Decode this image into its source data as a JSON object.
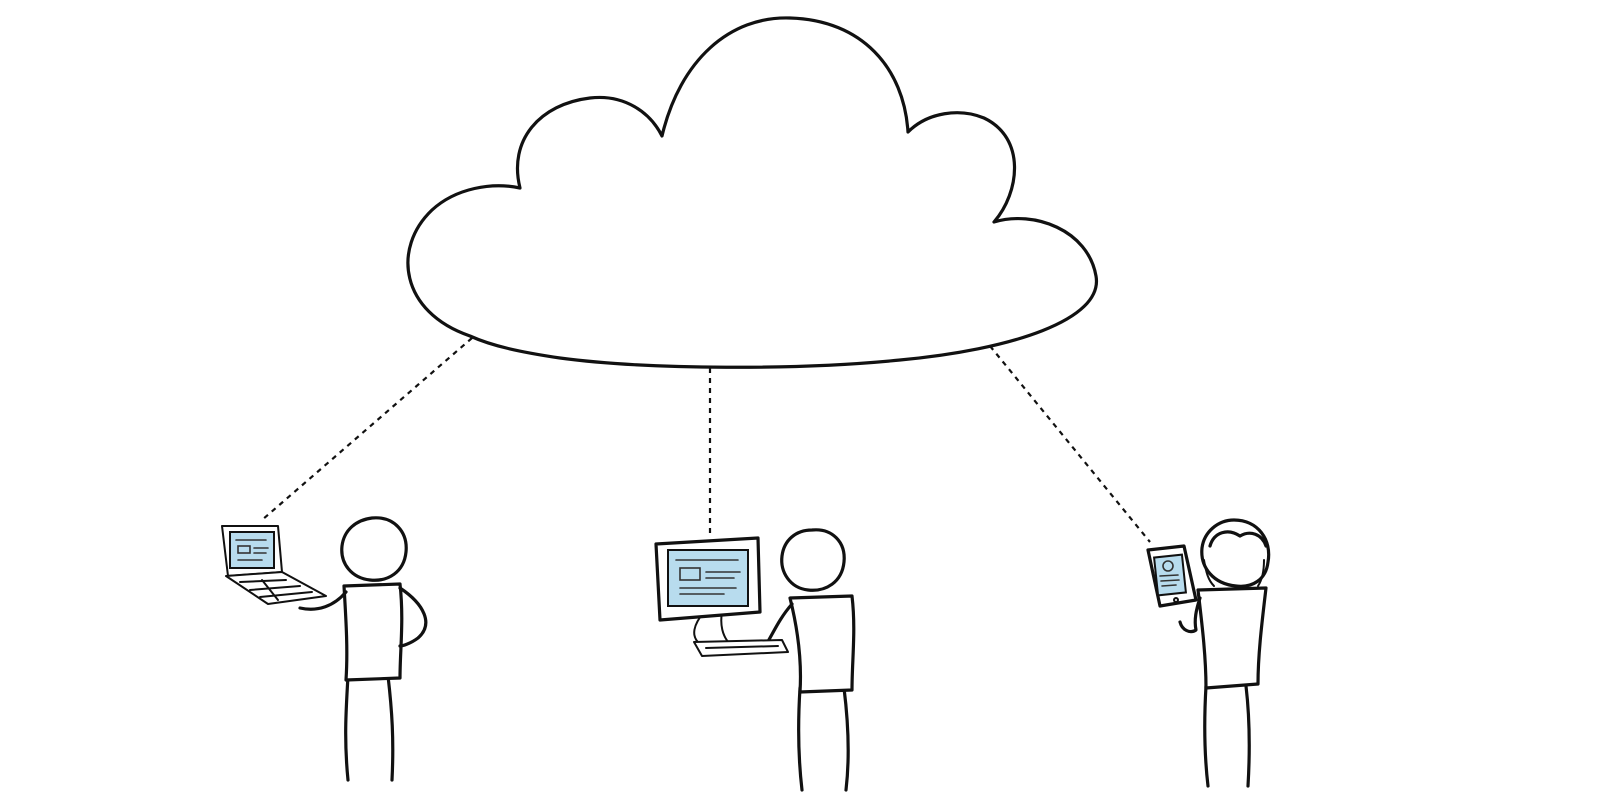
{
  "diagram": {
    "nodes": [
      {
        "id": "cloud",
        "kind": "cloud"
      },
      {
        "id": "person-laptop",
        "kind": "person",
        "device": "laptop"
      },
      {
        "id": "person-desktop",
        "kind": "person",
        "device": "desktop-monitor"
      },
      {
        "id": "person-tablet",
        "kind": "person",
        "device": "tablet"
      }
    ],
    "edges": [
      {
        "from": "cloud",
        "to": "person-laptop",
        "style": "dashed"
      },
      {
        "from": "cloud",
        "to": "person-desktop",
        "style": "dashed"
      },
      {
        "from": "cloud",
        "to": "person-tablet",
        "style": "dashed"
      }
    ]
  },
  "colors": {
    "ink": "#111111",
    "screen": "#b8dcee",
    "background": "#ffffff"
  }
}
